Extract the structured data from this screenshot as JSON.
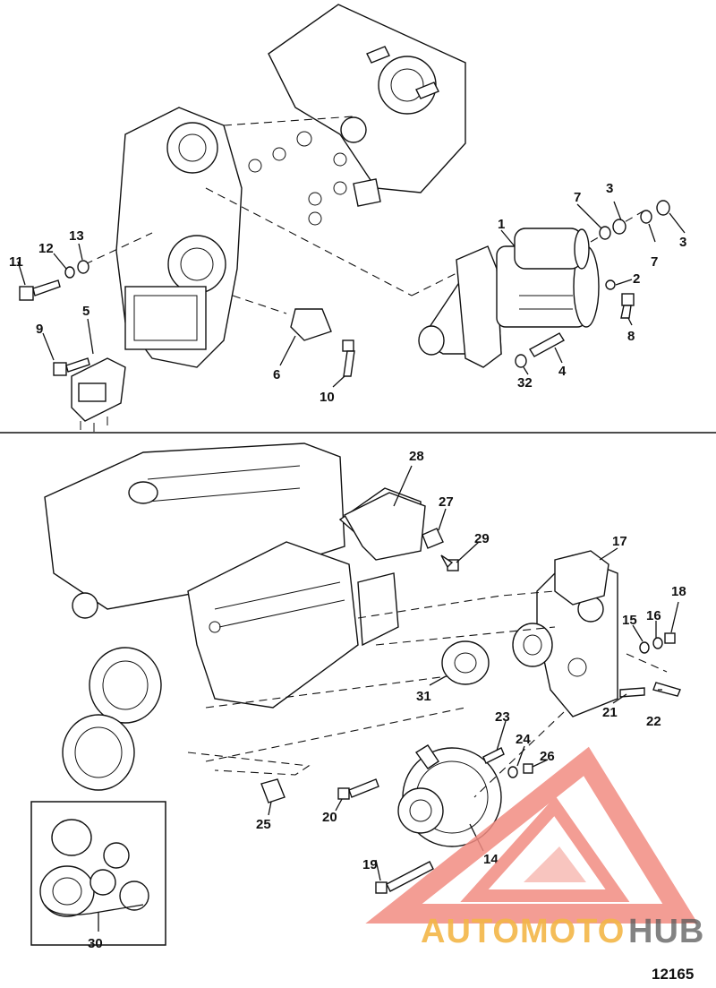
{
  "figure_number": "12165",
  "watermark": {
    "brand_part_1": "AUTOMOTO",
    "brand_part_2": "HUB",
    "color_primary": "#f28c82",
    "color_secondary": "#f3b648",
    "color_dark": "#5a5a5a"
  },
  "top_section": {
    "callouts": [
      "1",
      "2",
      "3",
      "3",
      "4",
      "5",
      "6",
      "7",
      "7",
      "8",
      "9",
      "10",
      "11",
      "12",
      "13",
      "32"
    ]
  },
  "bottom_section": {
    "callouts": [
      "14",
      "15",
      "16",
      "17",
      "18",
      "19",
      "20",
      "21",
      "22",
      "23",
      "24",
      "25",
      "26",
      "27",
      "28",
      "29",
      "30",
      "31"
    ]
  }
}
